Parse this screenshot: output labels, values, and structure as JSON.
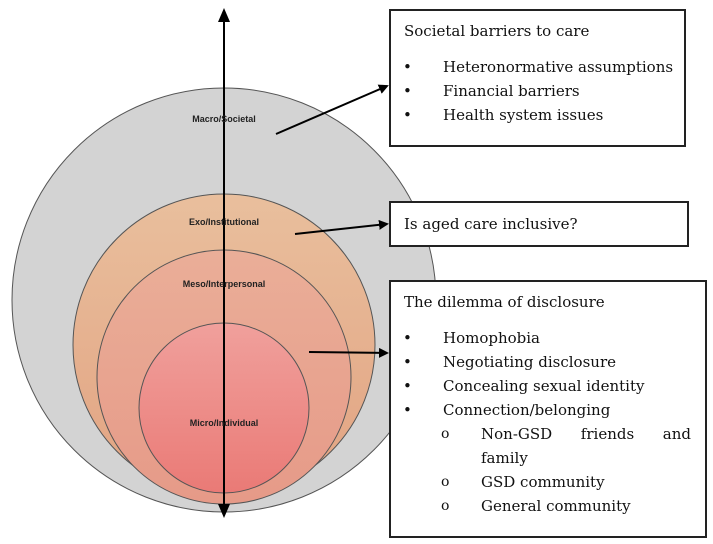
{
  "levels": {
    "macro": "Macro/Societal",
    "exo": "Exo/Institutional",
    "meso": "Meso/Interpersonal",
    "micro": "Micro/Individual"
  },
  "colors": {
    "macro": "#d3d3d3",
    "exo": "#e8b894",
    "meso": "#eba792",
    "micro": "#ee9a94",
    "micro_bottom": "#ea7a76",
    "outline": "#555555",
    "arrow": "#000000"
  },
  "boxes": {
    "societal": {
      "title": "Societal barriers to care",
      "items": [
        "Heteronormative assumptions",
        "Financial barriers",
        "Health system issues"
      ]
    },
    "aged_care": {
      "title": "Is aged care inclusive?"
    },
    "disclosure": {
      "title": "The dilemma of disclosure",
      "items": [
        "Homophobia",
        "Negotiating disclosure",
        "Concealing sexual identity",
        "Connection/belonging"
      ],
      "subitems": [
        "Non-GSD friends and family",
        "GSD community",
        "General community"
      ]
    }
  }
}
